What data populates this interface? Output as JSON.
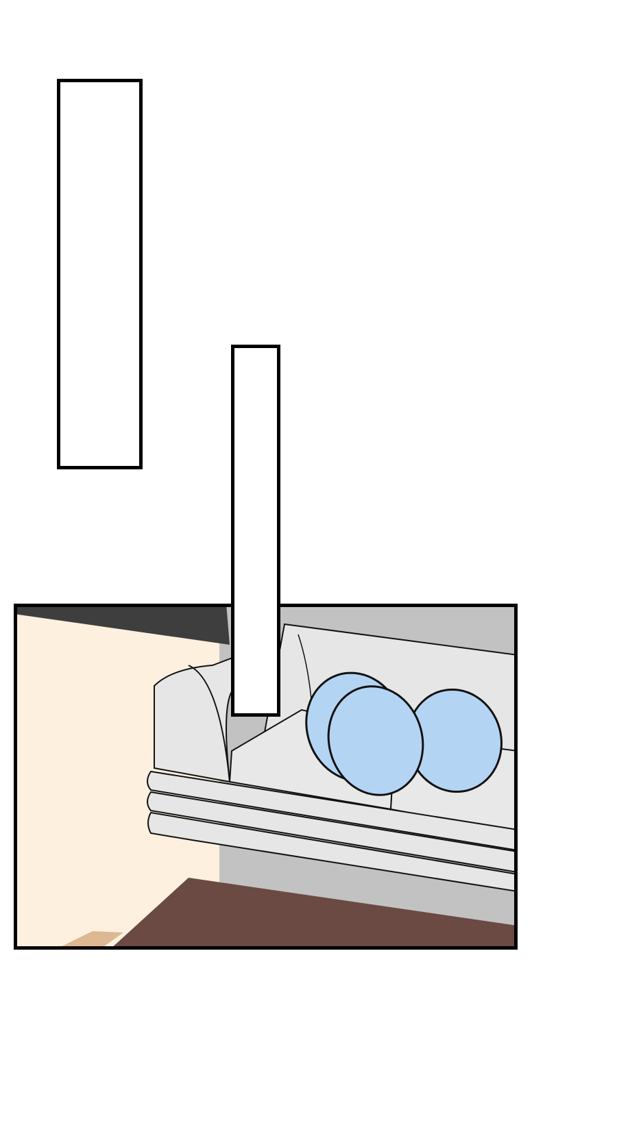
{
  "page": {
    "background": "#ffffff"
  },
  "panels": [
    {
      "name": "living-room-panel",
      "contents": [
        "wall",
        "sofa",
        "cushions",
        "coffee-table"
      ],
      "colors": {
        "wall": "#fdf0df",
        "ceiling_strip": "#3e3e3e",
        "back_wall": "#c2c2c2",
        "sofa": "#e6e6e6",
        "cushion": "#b4d4f4",
        "table": "#6b4a43",
        "floor_accent": "#ddb892",
        "border": "#000000"
      }
    }
  ],
  "text_boxes": [
    {
      "name": "empty-speech-box-left",
      "text": ""
    },
    {
      "name": "empty-speech-box-middle",
      "text": ""
    }
  ]
}
